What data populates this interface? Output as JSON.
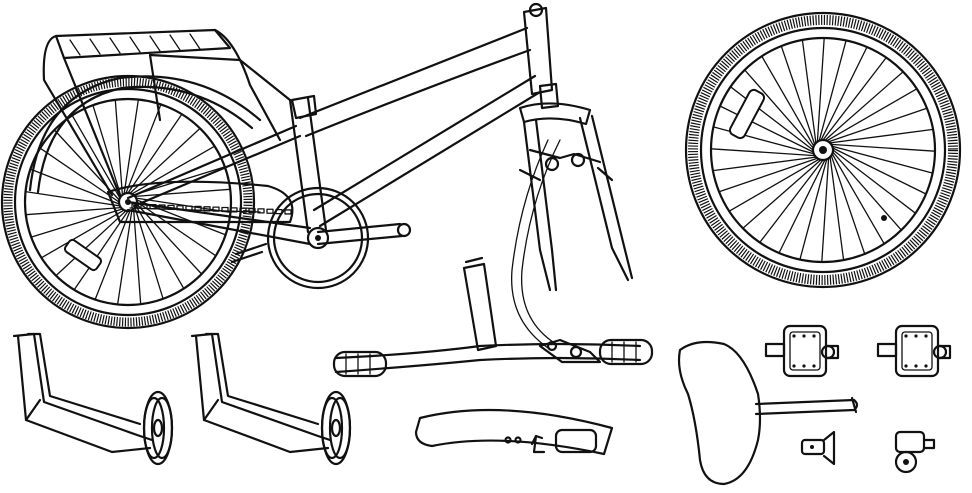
{
  "figure": {
    "background": "#ffffff",
    "ink_color": "#111111",
    "style": "black line-art exploded parts diagram",
    "parts": [
      "bicycle-frame-with-rear-wheel",
      "front-fork-with-brake",
      "front-wheel",
      "handlebar-with-brake-lever",
      "training-wheel-left",
      "training-wheel-right",
      "front-fender",
      "saddle-with-seat-post",
      "pedal-left",
      "pedal-right",
      "seat-clamp-bolt",
      "bell"
    ]
  }
}
